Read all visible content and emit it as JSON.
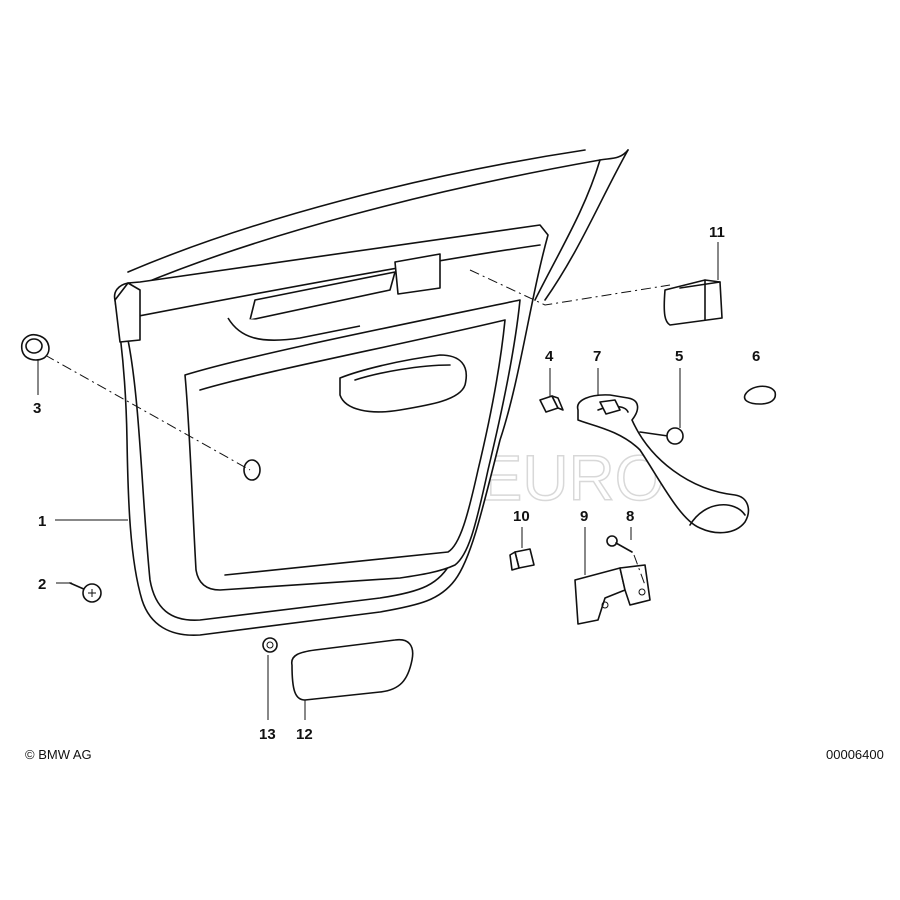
{
  "diagram": {
    "labels": {
      "p1": "1",
      "p2": "2",
      "p3": "3",
      "p4": "4",
      "p5": "5",
      "p6": "6",
      "p7": "7",
      "p8": "8",
      "p9": "9",
      "p10": "10",
      "p11": "11",
      "p12": "12",
      "p13": "13"
    },
    "copyright": "© BMW AG",
    "diagram_number": "00006400",
    "watermark": "FCP EURO"
  }
}
